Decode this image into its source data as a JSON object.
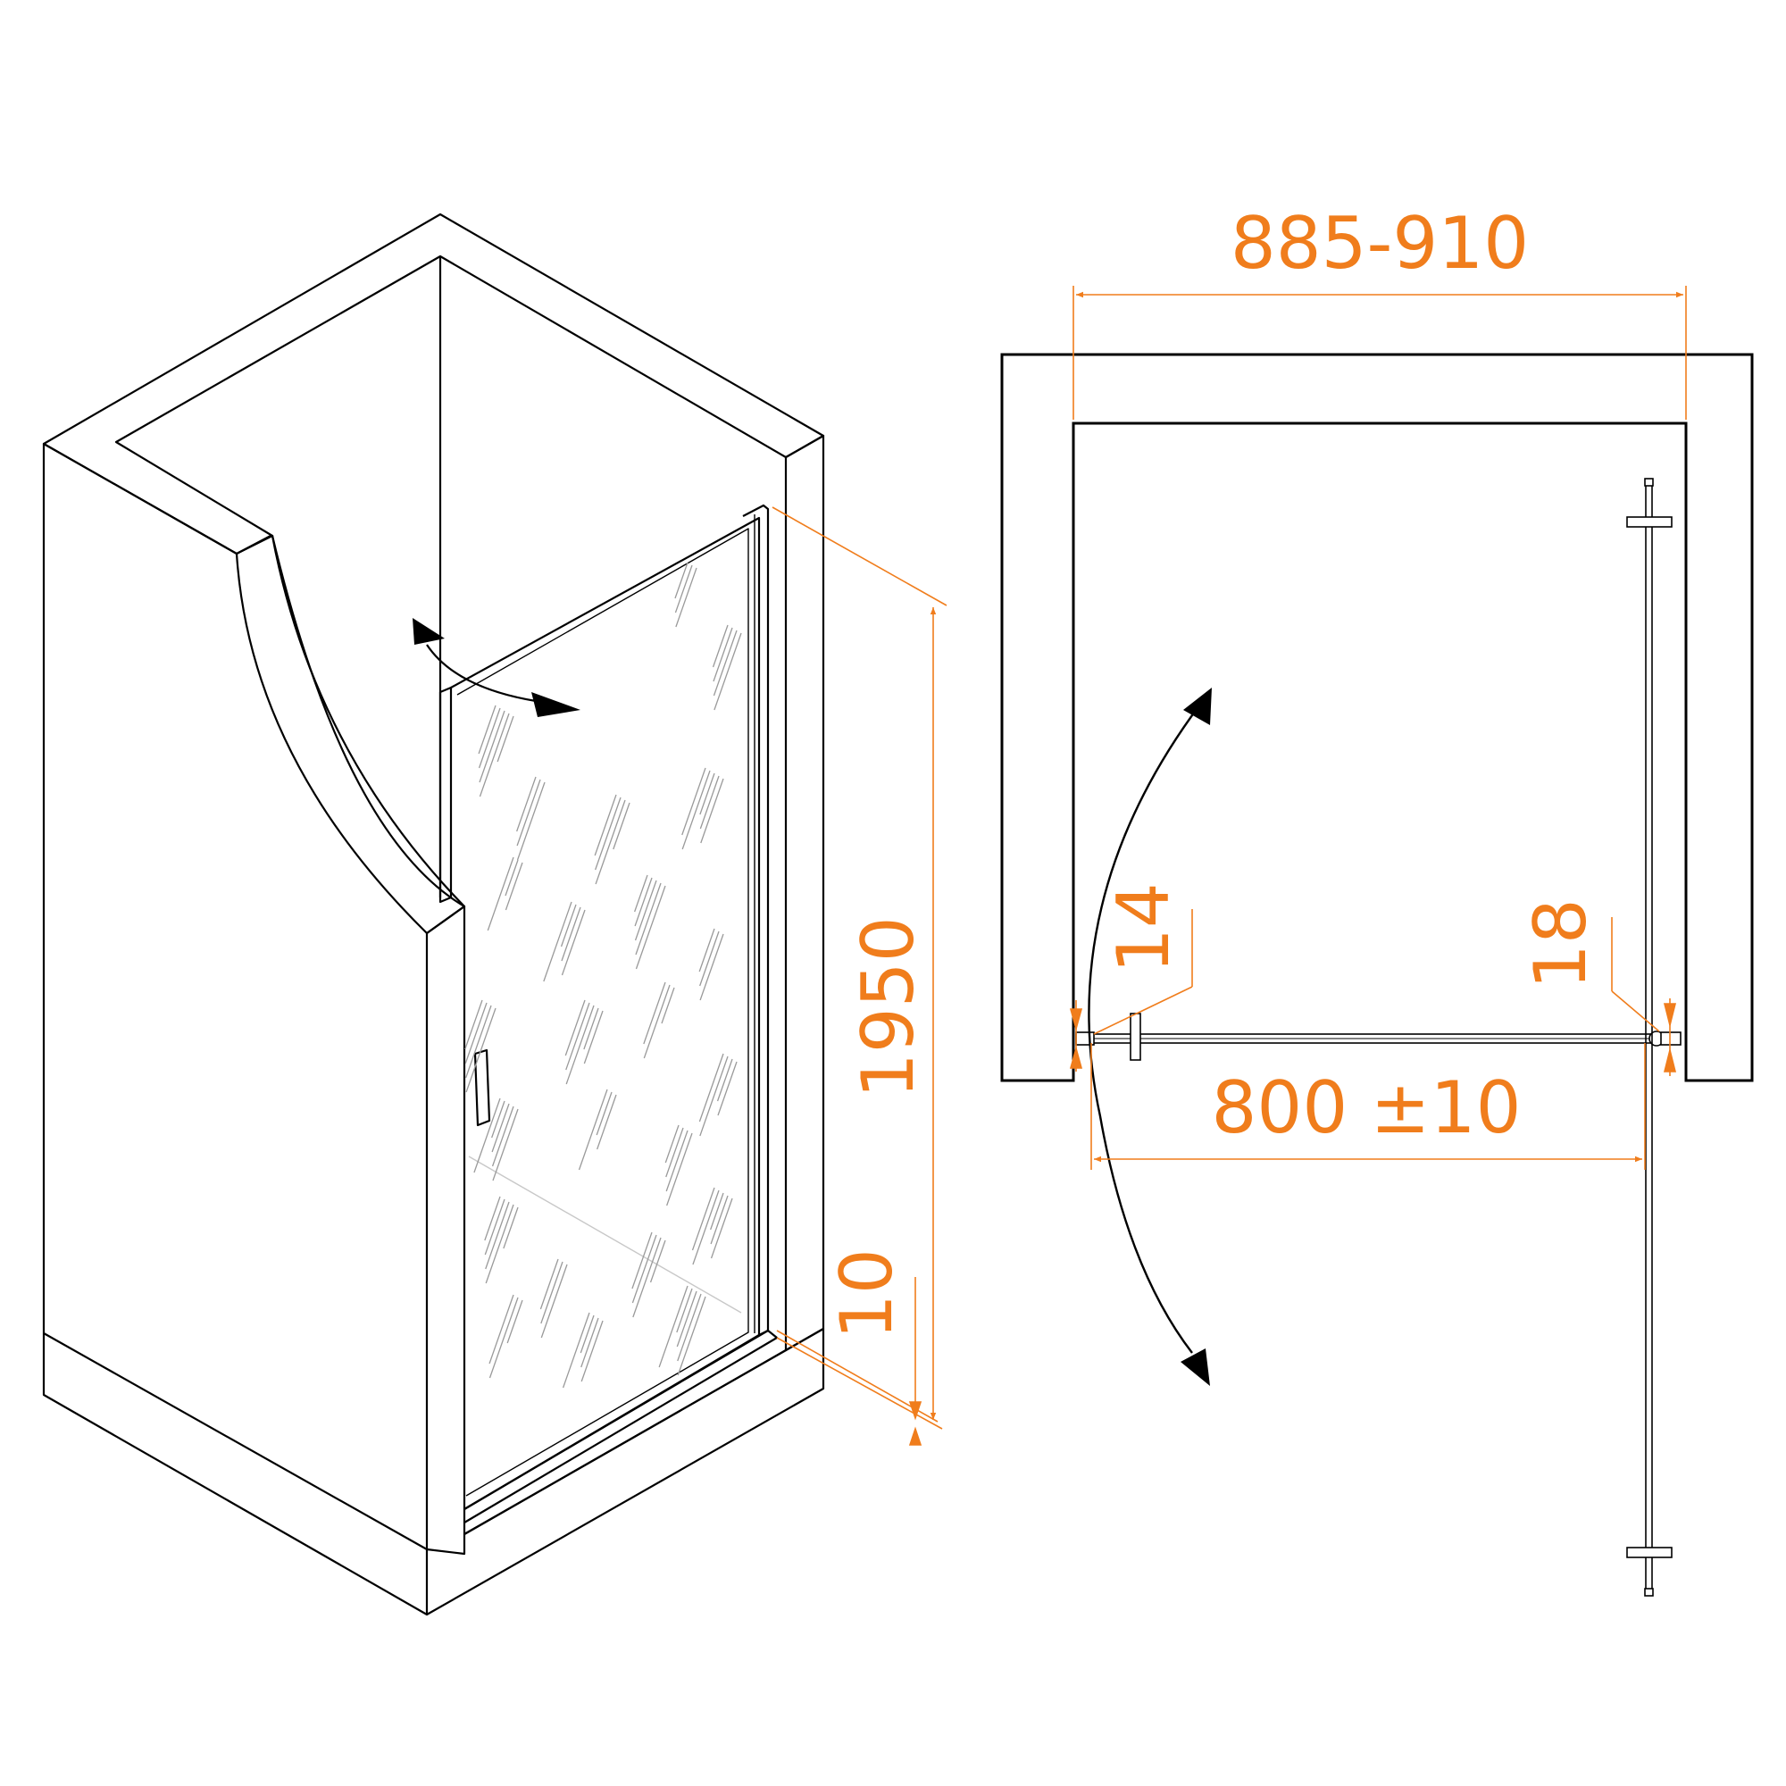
{
  "colors": {
    "outline": "#000000",
    "dimension": "#f07d1c",
    "glass_texture": "#9a9a9a",
    "background": "#ffffff"
  },
  "isometric_view": {
    "height_label": "1950",
    "gap_label": "10"
  },
  "plan_view": {
    "width_range_label": "885-910",
    "door_opening_label": "800 ±10",
    "left_gap_label": "14",
    "right_gap_label": "18"
  }
}
